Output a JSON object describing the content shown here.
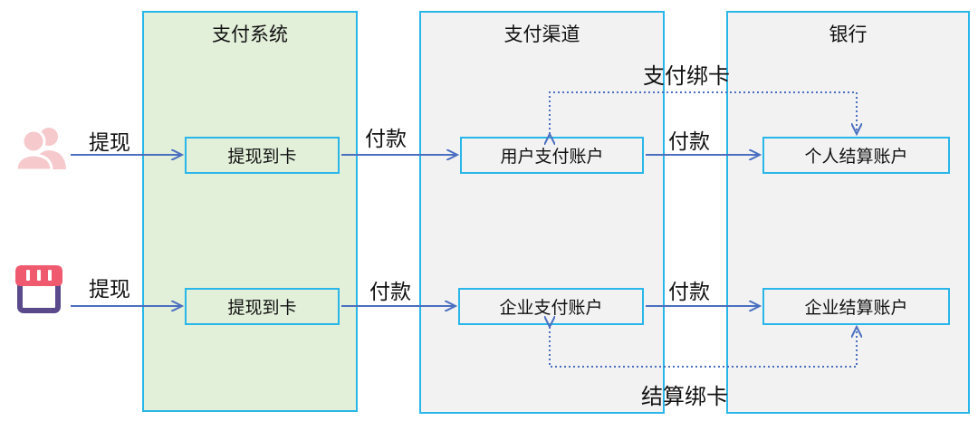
{
  "columns": {
    "payment_system": "支付系统",
    "payment_channel": "支付渠道",
    "bank": "银行"
  },
  "boxes": {
    "withdraw_to_card_user": "提现到卡",
    "withdraw_to_card_merchant": "提现到卡",
    "user_payment_account": "用户支付账户",
    "enterprise_payment_account": "企业支付账户",
    "personal_settlement_account": "个人结算账户",
    "enterprise_settlement_account": "企业结算账户"
  },
  "edges": {
    "withdraw_user": "提现",
    "withdraw_merchant": "提现",
    "pay_user_to_channel": "付款",
    "pay_merchant_to_channel": "付款",
    "pay_user_to_bank": "付款",
    "pay_enterprise_to_bank": "付款",
    "bind_payment_card": "支付绑卡",
    "bind_settlement_card": "结算绑卡"
  },
  "icons": {
    "user": "users-icon",
    "merchant": "shop-icon"
  },
  "colors": {
    "border": "#29b6e8",
    "system_fill": "#e2efd9",
    "channel_fill": "#f2f2f2",
    "arrow": "#4a6fc0",
    "user_icon": "#f6c9cd",
    "shop_awning": "#ef5a6f",
    "shop_body": "#5b4a8b"
  }
}
